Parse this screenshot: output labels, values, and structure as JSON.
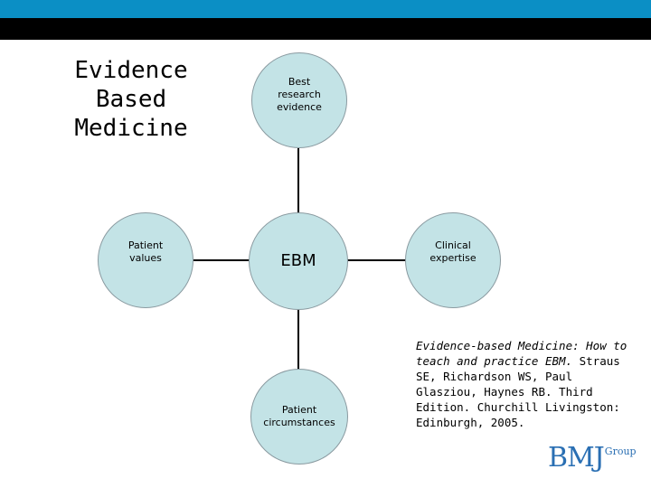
{
  "title": "Evidence\nBased\nMedicine",
  "diagram": {
    "center": "EBM",
    "top": "Best\nresearch\nevidence",
    "left": "Patient\nvalues",
    "right": "Clinical\nexpertise",
    "bottom": "Patient\ncircumstances"
  },
  "citation": {
    "italic_part": "Evidence-based Medicine: How to teach and practice EBM.",
    "rest": " Straus SE, Richardson WS, Paul Glasziou, Haynes RB. Third Edition. Churchill Livingston: Edinburgh, 2005."
  },
  "logo": {
    "main": "BMJ",
    "sub": "Group"
  },
  "colors": {
    "top_bar": "#0b8fc5",
    "second_bar": "#000000",
    "node_fill": "#c3e3e6",
    "logo": "#2a6fb3"
  }
}
